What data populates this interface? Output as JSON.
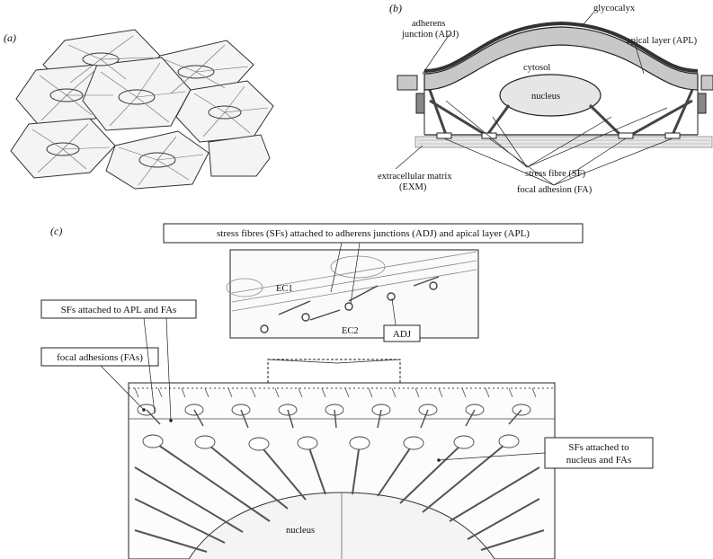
{
  "panels": {
    "a": "(a)",
    "b": "(b)",
    "c": "(c)"
  },
  "panel_b": {
    "glycocalyx": "glycocalyx",
    "adj_line1": "adherens",
    "adj_line2": "junction (ADJ)",
    "apical_layer": "apical layer (APL)",
    "cytosol": "cytosol",
    "nucleus": "nucleus",
    "stress_fibre": "stress fibre (SF)",
    "exm_line1": "extracellular matrix",
    "exm_line2": "(EXM)",
    "focal_adhesion": "focal adhesion (FA)"
  },
  "panel_c": {
    "top_box": "stress fibres (SFs) attached to adherens junctions (ADJ) and apical layer (APL)",
    "ec1": "EC1",
    "ec2": "EC2",
    "adj": "ADJ",
    "sf_apl_fa": "SFs attached to APL and FAs",
    "focal_adhesions": "focal adhesions (FAs)",
    "sf_nucleus_line1": "SFs attached to",
    "sf_nucleus_line2": "nucleus and FAs",
    "nucleus": "nucleus"
  }
}
